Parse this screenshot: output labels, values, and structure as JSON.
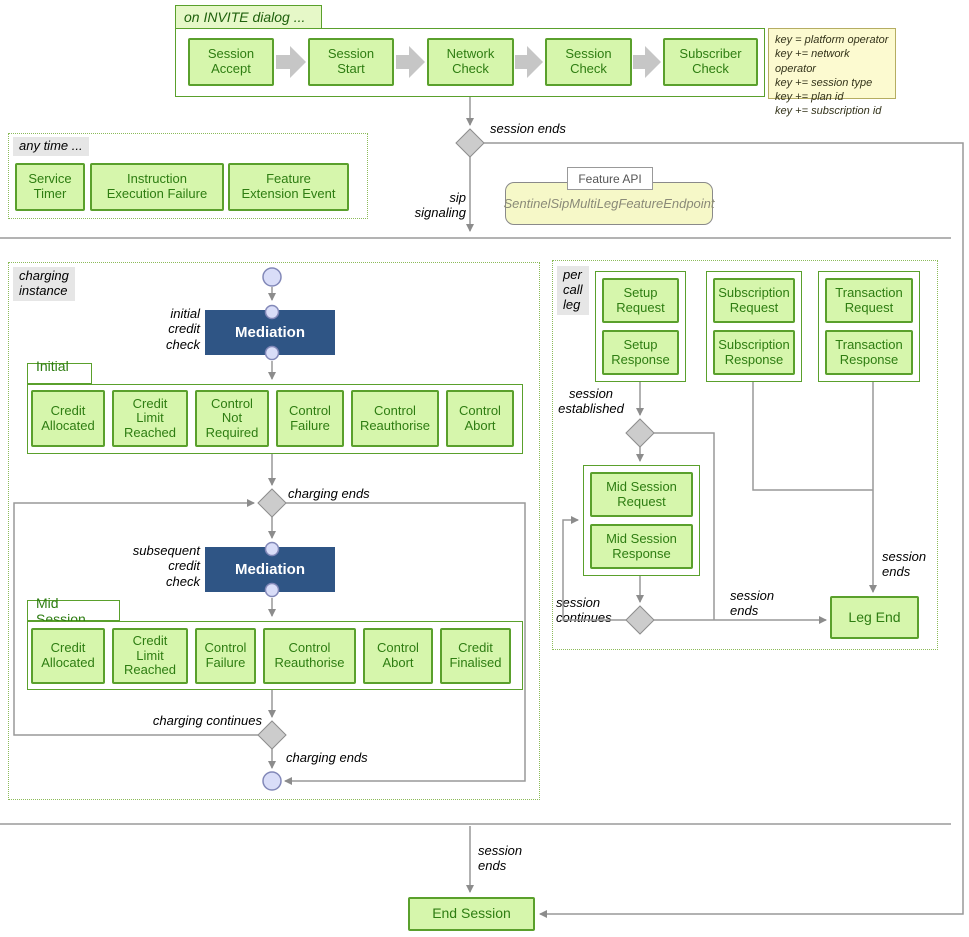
{
  "invite": {
    "title": "on INVITE dialog ...",
    "steps": [
      "Session\nAccept",
      "Session\nStart",
      "Network\nCheck",
      "Session\nCheck",
      "Subscriber\nCheck"
    ]
  },
  "note": {
    "lines": [
      "key = platform operator",
      "key += network operator",
      "key += session type",
      "key += plan id",
      "key += subscription id"
    ]
  },
  "flow": {
    "session_ends_top": "session ends",
    "sip_signaling": "sip\nsignaling"
  },
  "any_time": {
    "title": "any time ...",
    "events": [
      "Service\nTimer",
      "Instruction\nExecution Failure",
      "Feature\nExtension Event"
    ]
  },
  "feature_api": {
    "tab": "Feature API",
    "endpoint": "SentinelSipMultiLegFeatureEndpoint"
  },
  "charging": {
    "lane": "charging\ninstance",
    "initial_check": "initial\ncredit\ncheck",
    "mediation1": "Mediation",
    "initial_title": "Initial ...",
    "initial_events": [
      "Credit\nAllocated",
      "Credit\nLimit\nReached",
      "Control\nNot\nRequired",
      "Control\nFailure",
      "Control\nReauthorise",
      "Control\nAbort"
    ],
    "charging_ends1": "charging ends",
    "subsequent_check": "subsequent\ncredit\ncheck",
    "mediation2": "Mediation",
    "mid_title": "Mid Session ...",
    "mid_events": [
      "Credit\nAllocated",
      "Credit\nLimit\nReached",
      "Control\nFailure",
      "Control\nReauthorise",
      "Control\nAbort",
      "Credit\nFinalised"
    ],
    "charging_continues": "charging continues",
    "charging_ends2": "charging ends"
  },
  "per_leg": {
    "lane": "per\ncall\nleg",
    "setup": [
      "Setup\nRequest",
      "Setup\nResponse"
    ],
    "subscription": [
      "Subscription\nRequest",
      "Subscription\nResponse"
    ],
    "transaction": [
      "Transaction\nRequest",
      "Transaction\nResponse"
    ],
    "mid": [
      "Mid Session\nRequest",
      "Mid Session\nResponse"
    ],
    "session_established": "session\nestablished",
    "session_continues": "session\ncontinues",
    "session_ends_left": "session\nends",
    "session_ends_right": "session\nends",
    "leg_end": "Leg End"
  },
  "bottom": {
    "session_ends": "session\nends",
    "end_session": "End Session"
  }
}
